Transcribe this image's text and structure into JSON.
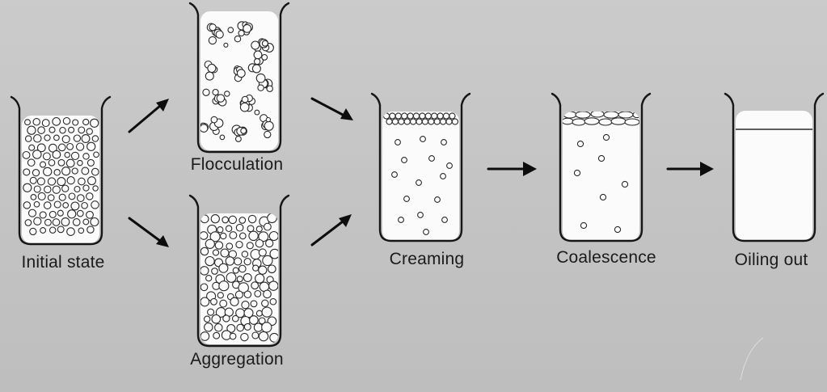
{
  "diagram": {
    "stages": {
      "initial": "Initial state",
      "flocculation": "Flocculation",
      "aggregation": "Aggregation",
      "creaming": "Creaming",
      "coalescence": "Coalescence",
      "oiling_out": "Oiling out"
    }
  }
}
